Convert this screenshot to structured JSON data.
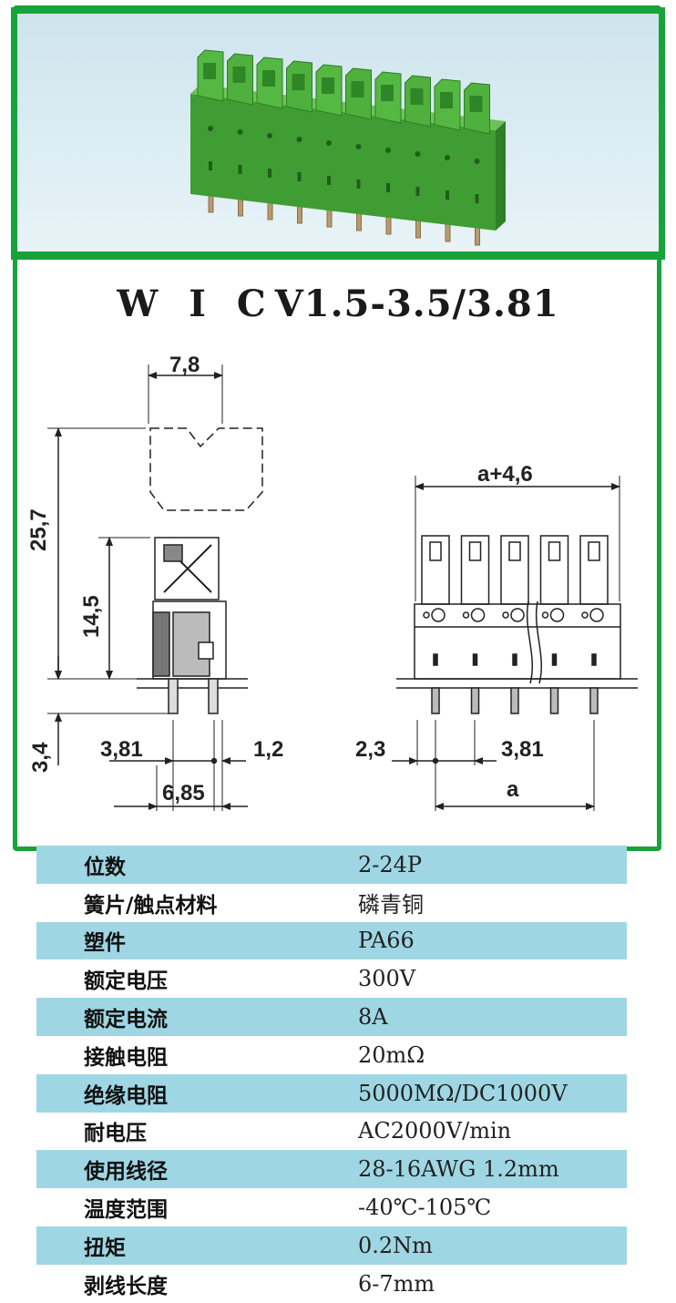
{
  "title": {
    "prefix": "W I C",
    "suffix": "V1.5-3.5/3.81"
  },
  "dimensions": {
    "top_width": "7,8",
    "total_height": "25,7",
    "body_height": "14,5",
    "pin_length": "3,4",
    "pitch_left": "3,81",
    "pin_thickness": "1,2",
    "base_width": "6,85",
    "overall_width": "a+4,6",
    "edge_offset": "2,3",
    "pitch_right": "3,81",
    "span": "a"
  },
  "specs": [
    {
      "label": "位数",
      "value": "2-24P"
    },
    {
      "label": "簧片/触点材料",
      "value": "磷青铜"
    },
    {
      "label": "塑件",
      "value": "PA66"
    },
    {
      "label": "额定电压",
      "value": "300V"
    },
    {
      "label": "额定电流",
      "value": "8A"
    },
    {
      "label": "接触电阻",
      "value": "20mΩ"
    },
    {
      "label": "绝缘电阻",
      "value": "5000MΩ/DC1000V"
    },
    {
      "label": "耐电压",
      "value": "AC2000V/min"
    },
    {
      "label": "使用线径",
      "value": "28-16AWG  1.2mm"
    },
    {
      "label": "温度范围",
      "value": "-40℃-105℃"
    },
    {
      "label": "扭矩",
      "value": "0.2Nm"
    },
    {
      "label": "剥线长度",
      "value": "6-7mm"
    }
  ],
  "colors": {
    "frame": "#17a33a",
    "connector": "#4cae3a",
    "row_shade": "#9fd6e4"
  }
}
